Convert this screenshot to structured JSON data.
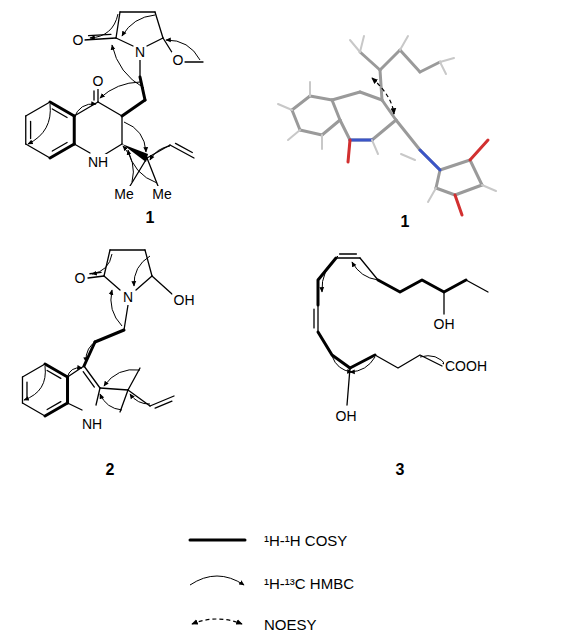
{
  "diagram": {
    "labels": [
      "O",
      "N",
      "O",
      "O",
      "NH",
      "Me",
      "Me",
      "1",
      "1",
      "O",
      "N",
      "OH",
      "NH",
      "2",
      "OH",
      "OH",
      "COOH",
      "3"
    ],
    "legend": [
      {
        "text": "¹H-¹H COSY"
      },
      {
        "text": "¹H-¹³C HMBC"
      },
      {
        "text": "NOESY"
      }
    ]
  }
}
